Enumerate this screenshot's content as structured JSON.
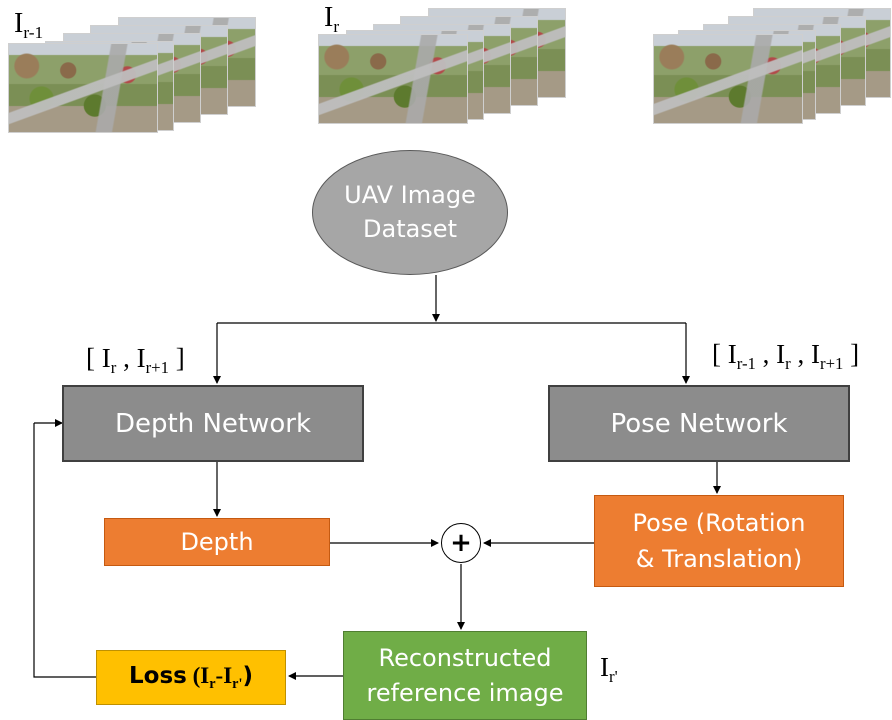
{
  "frames": {
    "left_label": {
      "main": "I",
      "sub": "r-1"
    },
    "center_label": {
      "main": "I",
      "sub": "r"
    }
  },
  "dataset": {
    "line1": "UAV Image",
    "line2": "Dataset"
  },
  "depth_input": {
    "open": "[ I",
    "sub1": "r",
    "mid": " , I",
    "sub2": "r+1",
    "close": " ]"
  },
  "pose_input": {
    "open": "[ I",
    "sub1": "r-1",
    "mid1": " , I",
    "sub2": "r",
    "mid2": " , I",
    "sub3": "r+1",
    "close": " ]"
  },
  "depth_network": "Depth Network",
  "pose_network": "Pose Network",
  "depth_output": "Depth",
  "pose_output": {
    "line1": "Pose (Rotation",
    "line2": "& Translation)"
  },
  "sum_symbol": "+",
  "reconstructed": {
    "line1": "Reconstructed",
    "line2": "reference image"
  },
  "recon_label": {
    "main": "I",
    "sub": "r'"
  },
  "loss": {
    "word": "Loss",
    "open": " (I",
    "sub1": "r",
    "mid": "-I",
    "sub2": "r'",
    "close": ")"
  },
  "colors": {
    "network": "#8c8c8c",
    "output": "#ed7d31",
    "reconstructed": "#70ad47",
    "loss": "#ffc000",
    "dataset": "#a6a6a6"
  }
}
